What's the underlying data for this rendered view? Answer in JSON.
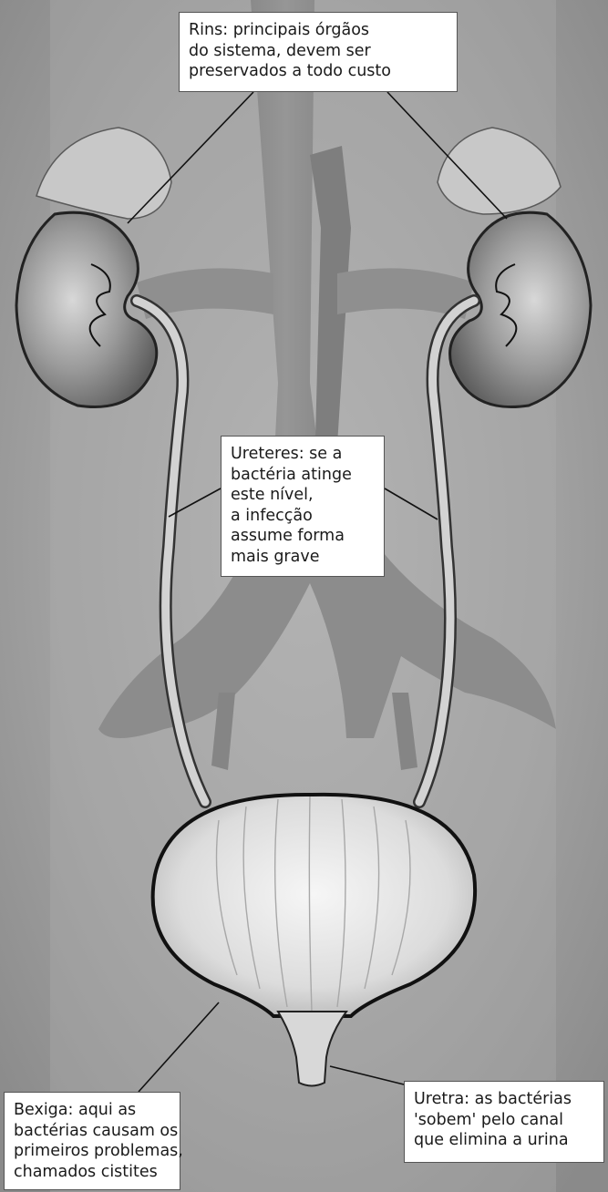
{
  "labels": {
    "rins": [
      "Rins: principais órgãos",
      "do sistema, devem ser",
      "preservados a todo custo"
    ],
    "ureteres": [
      "Ureteres: se a",
      "bactéria atinge",
      "este nível,",
      "a infecção",
      "assume forma",
      "mais grave"
    ],
    "bexiga": [
      "Bexiga: aqui as",
      "bactérias causam os",
      "primeiros problemas,",
      "chamados cistites"
    ],
    "uretra": [
      "Uretra: as bactérias",
      "'sobem' pelo canal",
      "que elimina a urina"
    ]
  },
  "colors": {
    "background": "#9a9a9a",
    "kidney": "#8c8c8c",
    "bladder": "#e6e6e6",
    "label_border": "#555555"
  }
}
